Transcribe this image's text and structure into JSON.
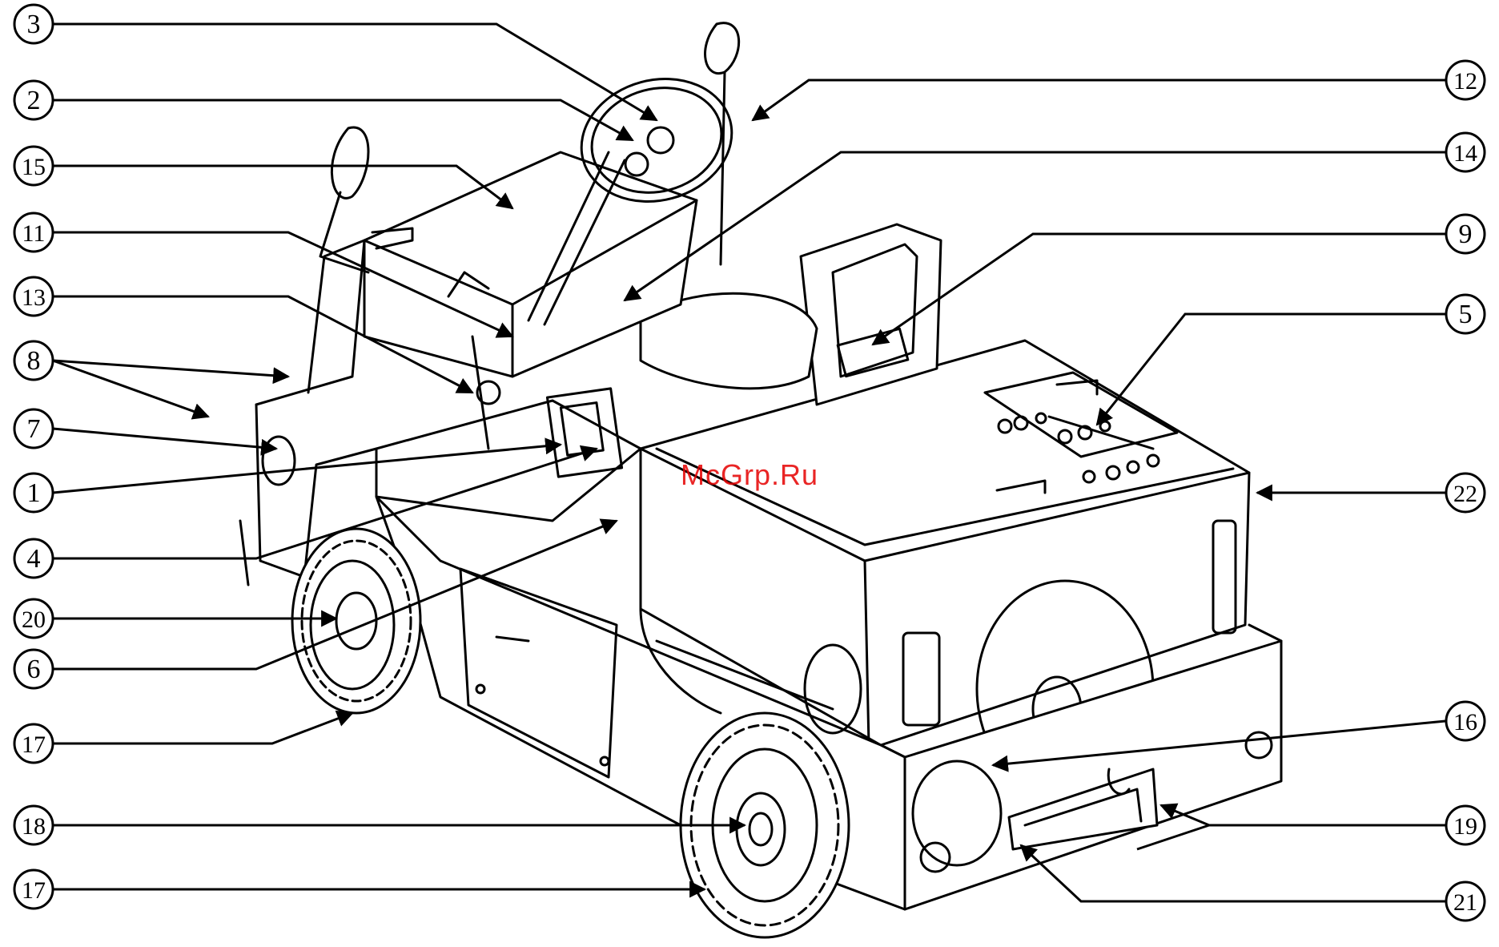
{
  "watermark": "McGrp.Ru",
  "callouts_left": [
    "3",
    "2",
    "15",
    "11",
    "13",
    "8",
    "7",
    "1",
    "4",
    "20",
    "6",
    "17",
    "18",
    "17"
  ],
  "callouts_right": [
    "12",
    "14",
    "9",
    "5",
    "22",
    "16",
    "19",
    "21"
  ]
}
